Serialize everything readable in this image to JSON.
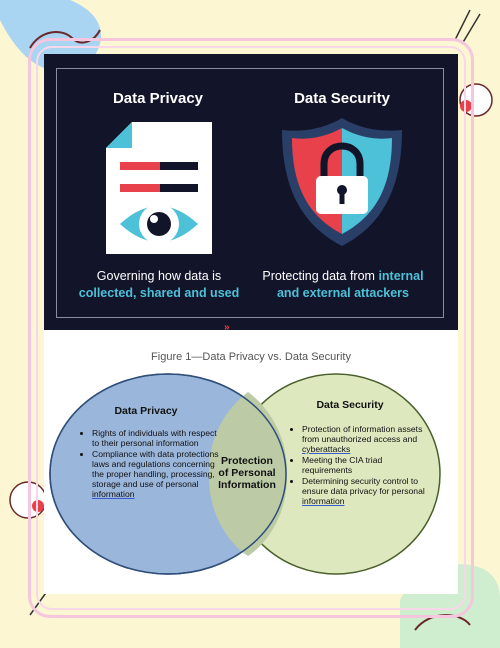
{
  "top_panel": {
    "left_title": "Data Privacy",
    "left_caption_plain": "Governing how data is",
    "left_caption_highlight": "collected, shared and used",
    "right_title": "Data Security",
    "right_caption_plain": "Protecting data from",
    "right_caption_highlight_1": "internal",
    "right_caption_highlight_2": "and external attackers",
    "divider_mark": "»"
  },
  "figure_caption": "Figure 1—Data Privacy vs. Data Security",
  "venn": {
    "left": {
      "title": "Data Privacy",
      "items": [
        "Rights of individuals with respect to their personal information",
        "Compliance with data protections laws and regulations concerning the proper handling, processing, storage and use of personal",
        "information"
      ]
    },
    "right": {
      "title": "Data Security",
      "items": [
        "Protection of information assets from unauthorized access and",
        "cyberattacks",
        "Meeting the CIA triad requirements",
        "Determining security control to ensure data privacy for personal",
        "information"
      ]
    },
    "overlap": {
      "line1": "Protection",
      "line2": "of Personal",
      "line3": "Information"
    }
  },
  "colors": {
    "dark_bg": "#12142a",
    "accent_cyan": "#4cc1d8",
    "accent_red": "#e8414b",
    "left_circle": "#9ab6db",
    "right_circle": "#d7e4b4"
  }
}
